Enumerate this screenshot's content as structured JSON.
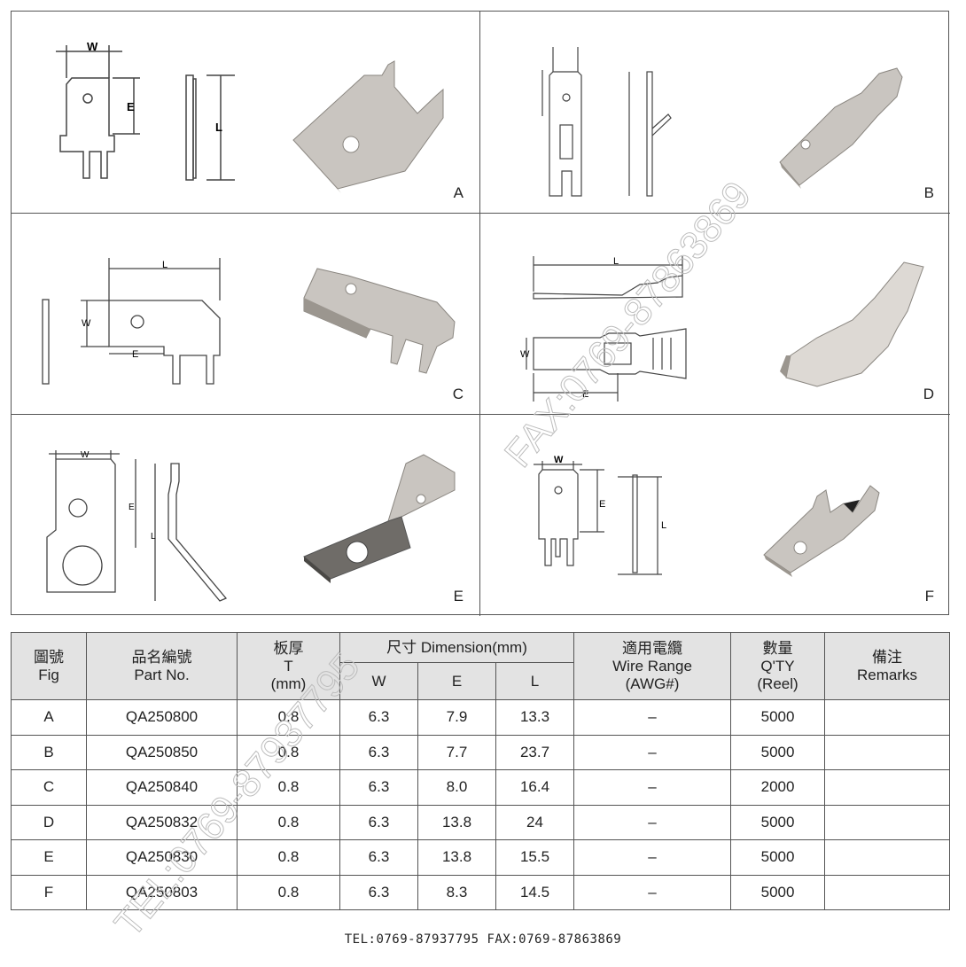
{
  "figures": [
    "A",
    "B",
    "C",
    "D",
    "E",
    "F"
  ],
  "dimension_labels": {
    "w": "W",
    "e": "E",
    "l": "L"
  },
  "table": {
    "headers": {
      "fig_zh": "圖號",
      "fig_en": "Fig",
      "part_zh": "品名編號",
      "part_en": "Part No.",
      "thick_zh": "板厚",
      "thick_t": "T",
      "thick_unit": "(mm)",
      "dim": "尺寸 Dimension(mm)",
      "w": "W",
      "e": "E",
      "l": "L",
      "wire_zh": "適用電纜",
      "wire_en": "Wire Range",
      "wire_unit": "(AWG#)",
      "qty_zh": "數量",
      "qty_en": "Q'TY",
      "qty_unit": "(Reel)",
      "rem_zh": "備注",
      "rem_en": "Remarks"
    },
    "rows": [
      {
        "fig": "A",
        "part": "QA250800",
        "t": "0.8",
        "w": "6.3",
        "e": "7.9",
        "l": "13.3",
        "wire": "–",
        "qty": "5000",
        "remarks": ""
      },
      {
        "fig": "B",
        "part": "QA250850",
        "t": "0.8",
        "w": "6.3",
        "e": "7.7",
        "l": "23.7",
        "wire": "–",
        "qty": "5000",
        "remarks": ""
      },
      {
        "fig": "C",
        "part": "QA250840",
        "t": "0.8",
        "w": "6.3",
        "e": "8.0",
        "l": "16.4",
        "wire": "–",
        "qty": "2000",
        "remarks": ""
      },
      {
        "fig": "D",
        "part": "QA250832",
        "t": "0.8",
        "w": "6.3",
        "e": "13.8",
        "l": "24",
        "wire": "–",
        "qty": "5000",
        "remarks": ""
      },
      {
        "fig": "E",
        "part": "QA250830",
        "t": "0.8",
        "w": "6.3",
        "e": "13.8",
        "l": "15.5",
        "wire": "–",
        "qty": "5000",
        "remarks": ""
      },
      {
        "fig": "F",
        "part": "QA250803",
        "t": "0.8",
        "w": "6.3",
        "e": "8.3",
        "l": "14.5",
        "wire": "–",
        "qty": "5000",
        "remarks": ""
      }
    ]
  },
  "footer": "TEL:0769-87937795   FAX:0769-87863869",
  "watermark": {
    "fax": "FAX:0769-87863869",
    "tel": "TEL:0769-87937795"
  }
}
